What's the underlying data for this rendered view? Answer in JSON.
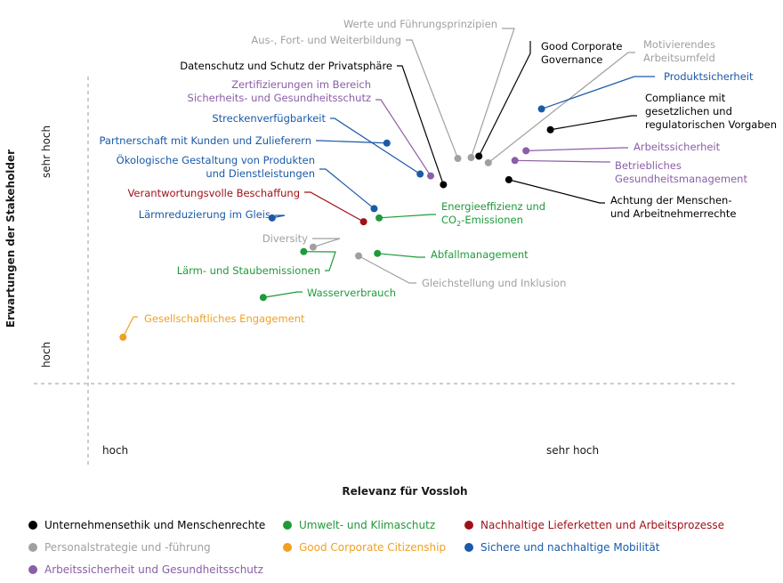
{
  "chart_data": {
    "type": "scatter",
    "xlabel": "Relevanz für Vossloh",
    "ylabel": "Erwartungen der Stakeholder",
    "x_ticks": [
      "hoch",
      "sehr hoch"
    ],
    "y_ticks": [
      "hoch",
      "sehr hoch"
    ],
    "xlim": [
      0,
      100
    ],
    "ylim": [
      0,
      100
    ],
    "grid": false,
    "legend_position": "bottom",
    "colors": {
      "ethik": "#000000",
      "personal": "#a0a0a0",
      "arbeitssicherheit": "#8b5ea8",
      "umwelt": "#1f9a3a",
      "citizenship": "#f0a020",
      "lieferketten": "#a01018",
      "mobilitaet": "#1a5aa8"
    },
    "legend": [
      {
        "key": "ethik",
        "label": "Unternehmensethik und Menschenrechte"
      },
      {
        "key": "umwelt",
        "label": "Umwelt- und Klimaschutz"
      },
      {
        "key": "lieferketten",
        "label": "Nachhaltige Lieferketten und Arbeitsprozesse"
      },
      {
        "key": "personal",
        "label": "Personalstrategie und -führung"
      },
      {
        "key": "citizenship",
        "label": "Good Corporate Citizenship"
      },
      {
        "key": "mobilitaet",
        "label": "Sichere und nachhaltige Mobilität"
      },
      {
        "key": "arbeitssicherheit",
        "label": "Arbeitssicherheit und Gesundheitsschutz"
      }
    ],
    "points": [
      {
        "key": "personal",
        "x": 69.1,
        "y": 100,
        "label": [
          "Werte und Führungsprinzipien"
        ]
      },
      {
        "key": "personal",
        "x": 66.7,
        "y": 99.6,
        "label": [
          "Aus-, Fort- und Weiterbildung"
        ]
      },
      {
        "key": "ethik",
        "x": 70.5,
        "y": 100.6,
        "label": [
          "Good Corporate",
          "Governance"
        ]
      },
      {
        "key": "personal",
        "x": 72.2,
        "y": 97.7,
        "label": [
          "Motivierendes",
          "Arbeitsumfeld"
        ]
      },
      {
        "key": "mobilitaet",
        "x": 81.8,
        "y": 121.5,
        "label": [
          "Produktsicherheit"
        ]
      },
      {
        "key": "ethik",
        "x": 83.4,
        "y": 112.3,
        "label": [
          "Compliance mit",
          "gesetzlichen und",
          "regulatorischen Vorgaben"
        ]
      },
      {
        "key": "ethik",
        "x": 64.1,
        "y": 88.0,
        "label": [
          "Datenschutz und Schutz der Privatsphäre"
        ]
      },
      {
        "key": "arbeitssicherheit",
        "x": 61.8,
        "y": 91.9,
        "label": [
          "Zertifizierungen im Bereich",
          "Sicherheits- und Gesundheitsschutz"
        ]
      },
      {
        "key": "mobilitaet",
        "x": 59.9,
        "y": 92.7,
        "label": [
          "Streckenverfügbarkeit"
        ]
      },
      {
        "key": "mobilitaet",
        "x": 53.9,
        "y": 106.4,
        "label": [
          "Partnerschaft mit Kunden und Zulieferern"
        ]
      },
      {
        "key": "mobilitaet",
        "x": 51.6,
        "y": 77.4,
        "label": [
          "Ökologische Gestaltung von Produkten",
          "und Dienstleistungen"
        ]
      },
      {
        "key": "arbeitssicherheit",
        "x": 79.0,
        "y": 103.0,
        "label": [
          "Arbeitssicherheit"
        ]
      },
      {
        "key": "arbeitssicherheit",
        "x": 77.0,
        "y": 98.7,
        "label": [
          "Betriebliches",
          "Gesundheitsmanagement"
        ]
      },
      {
        "key": "ethik",
        "x": 75.9,
        "y": 90.2,
        "label": [
          "Achtung der Menschen-",
          "und Arbeitnehmerrechte"
        ]
      },
      {
        "key": "lieferketten",
        "x": 49.7,
        "y": 71.6,
        "label": [
          "Verantwortungsvolle Beschaffung"
        ]
      },
      {
        "key": "umwelt",
        "x": 52.5,
        "y": 73.3,
        "label": [
          "Energieeffizienz und",
          "CO2-Emissionen"
        ]
      },
      {
        "key": "mobilitaet",
        "x": 33.2,
        "y": 73.3,
        "label": [
          "Lärmreduzierung im Gleis"
        ]
      },
      {
        "key": "personal",
        "x": 40.6,
        "y": 60.4,
        "label": [
          "Diversity"
        ]
      },
      {
        "key": "umwelt",
        "x": 38.9,
        "y": 58.4,
        "label": [
          "Lärm- und Staubemissionen"
        ]
      },
      {
        "key": "umwelt",
        "x": 52.2,
        "y": 57.6,
        "label": [
          "Abfallmanagement"
        ]
      },
      {
        "key": "personal",
        "x": 48.8,
        "y": 56.5,
        "label": [
          "Gleichstellung und Inklusion"
        ]
      },
      {
        "key": "umwelt",
        "x": 31.6,
        "y": 38.1,
        "label": [
          "Wasserverbrauch"
        ]
      },
      {
        "key": "citizenship",
        "x": 6.3,
        "y": 20.5,
        "label": [
          "Gesellschaftliches Engagement"
        ]
      }
    ]
  }
}
